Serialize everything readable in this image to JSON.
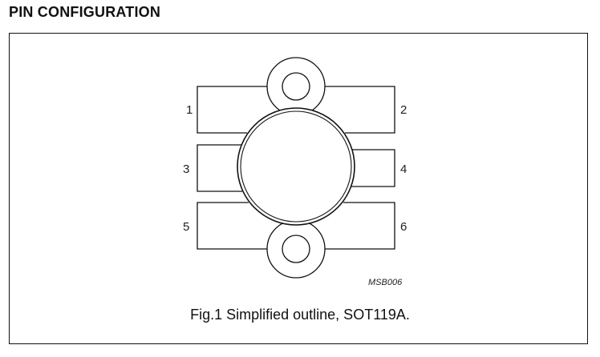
{
  "section": {
    "title": "PIN CONFIGURATION"
  },
  "figure": {
    "caption": "Fig.1  Simplified outline, SOT119A.",
    "drawing_code": "MSB006",
    "package": "SOT119A",
    "pins": [
      {
        "number": "1",
        "side": "left",
        "position": "top"
      },
      {
        "number": "2",
        "side": "right",
        "position": "top"
      },
      {
        "number": "3",
        "side": "left",
        "position": "middle"
      },
      {
        "number": "4",
        "side": "right",
        "position": "middle"
      },
      {
        "number": "5",
        "side": "left",
        "position": "bottom"
      },
      {
        "number": "6",
        "side": "right",
        "position": "bottom"
      }
    ],
    "colors": {
      "stroke": "#111111",
      "background": "#ffffff"
    }
  }
}
